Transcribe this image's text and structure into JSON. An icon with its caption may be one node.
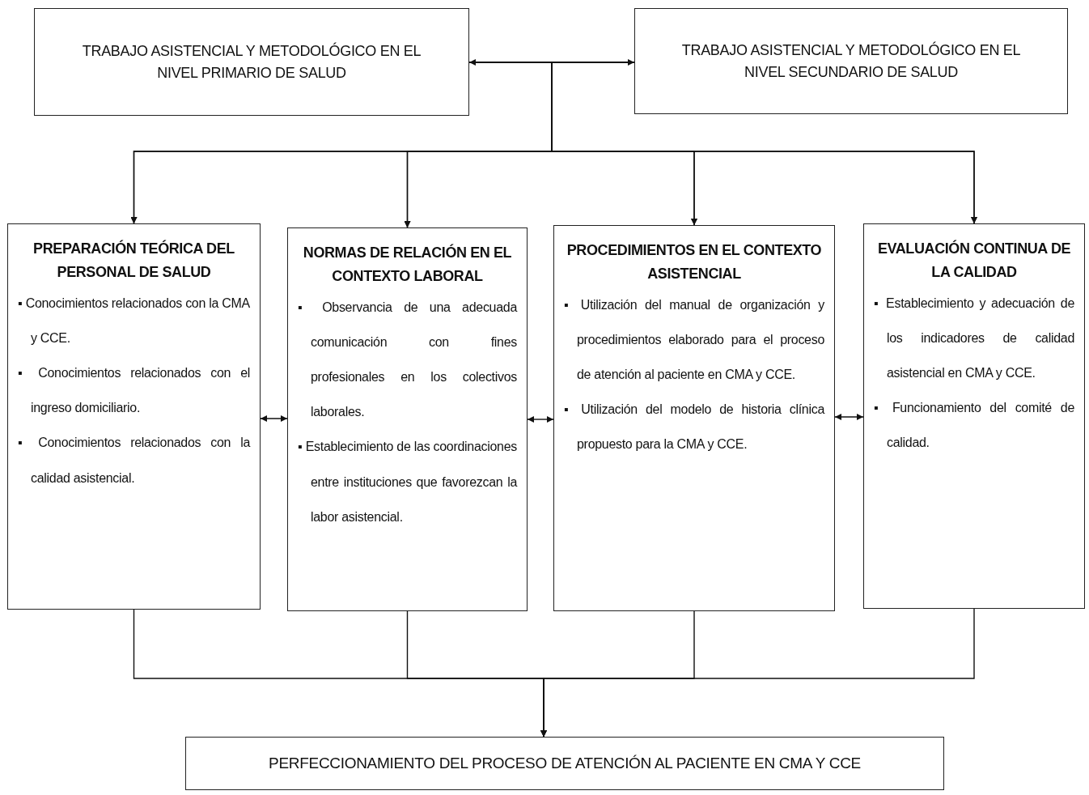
{
  "diagram": {
    "nodes": [
      {
        "text": [
          "TRABAJO ASISTENCIAL Y METODOLÓGICO EN EL NIVEL PRIMARIO DE SALUD"
        ]
      },
      {
        "text": [
          "TRABAJO ASISTENCIAL Y METODOLÓGICO EN EL NIVEL SECUNDARIO DE SALUD"
        ]
      },
      {
        "text": [
          "PREPARACIÓN TEÓRICA DEL PERSONAL DE SALUD",
          "▪ Conocimientos relacionados con la CMA y CCE.",
          "▪ Conocimientos relacionados con el ingreso domiciliario.",
          "▪ Conocimientos relacionados con la calidad asistencial."
        ]
      },
      {
        "text": [
          "NORMAS DE RELACIÓN EN EL CONTEXTO LABORAL",
          "▪ Observancia de una adecuada comunicación con fines profesionales en los colectivos laborales.",
          "▪ Establecimiento de las coordinaciones entre instituciones que favorezcan la labor asistencial."
        ]
      },
      {
        "text": [
          "PROCEDIMIENTOS EN EL CONTEXTO ASISTENCIAL",
          "▪ Utilización del manual de organización y procedimientos elaborado para el proceso de atención al paciente en CMA y CCE.",
          "▪ Utilización del modelo de historia clínica propuesto para la CMA y CCE."
        ]
      },
      {
        "text": [
          "EVALUACIÓN CONTINUA DE LA CALIDAD",
          "▪ Establecimiento y adecuación de los indicadores de calidad asistencial en CMA y CCE.",
          "▪ Funcionamiento del comité de calidad."
        ]
      },
      {
        "text": [
          "PERFECCIONAMIENTO DEL PROCESO DE ATENCIÓN AL PACIENTE EN CMA Y CCE"
        ]
      }
    ],
    "edges": [
      {
        "from": 0,
        "to": 1,
        "arrow": "both"
      },
      {
        "from": 0,
        "to": 2,
        "arrow": "to"
      },
      {
        "from": 0,
        "to": 3,
        "arrow": "to"
      },
      {
        "from": 0,
        "to": 4,
        "arrow": "to"
      },
      {
        "from": 0,
        "to": 5,
        "arrow": "to"
      },
      {
        "from": 1,
        "to": 2,
        "arrow": "to"
      },
      {
        "from": 1,
        "to": 3,
        "arrow": "to"
      },
      {
        "from": 1,
        "to": 4,
        "arrow": "to"
      },
      {
        "from": 1,
        "to": 5,
        "arrow": "to"
      },
      {
        "from": 2,
        "to": 3,
        "arrow": "both"
      },
      {
        "from": 3,
        "to": 4,
        "arrow": "both"
      },
      {
        "from": 4,
        "to": 5,
        "arrow": "both"
      },
      {
        "from": 2,
        "to": 6,
        "arrow": "to"
      },
      {
        "from": 3,
        "to": 6,
        "arrow": "to"
      },
      {
        "from": 4,
        "to": 6,
        "arrow": "to"
      },
      {
        "from": 5,
        "to": 6,
        "arrow": "to"
      }
    ]
  }
}
